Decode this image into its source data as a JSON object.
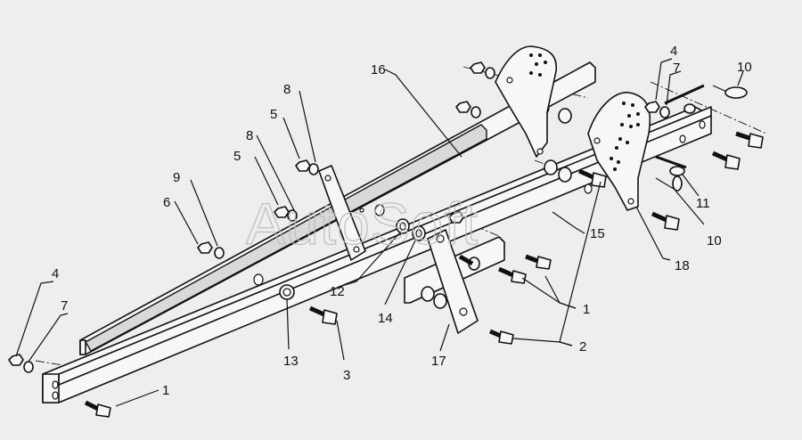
{
  "watermark": "AutoSoft",
  "callouts": [
    {
      "id": "c1a",
      "text": "1"
    },
    {
      "id": "c1b",
      "text": "1"
    },
    {
      "id": "c2",
      "text": "2"
    },
    {
      "id": "c3",
      "text": "3"
    },
    {
      "id": "c4a",
      "text": "4"
    },
    {
      "id": "c4b",
      "text": "4"
    },
    {
      "id": "c5a",
      "text": "5"
    },
    {
      "id": "c5b",
      "text": "5"
    },
    {
      "id": "c6",
      "text": "6"
    },
    {
      "id": "c7a",
      "text": "7"
    },
    {
      "id": "c7b",
      "text": "7"
    },
    {
      "id": "c8a",
      "text": "8"
    },
    {
      "id": "c8b",
      "text": "8"
    },
    {
      "id": "c9",
      "text": "9"
    },
    {
      "id": "c10a",
      "text": "10"
    },
    {
      "id": "c10b",
      "text": "10"
    },
    {
      "id": "c11",
      "text": "11"
    },
    {
      "id": "c12",
      "text": "12"
    },
    {
      "id": "c13",
      "text": "13"
    },
    {
      "id": "c14",
      "text": "14"
    },
    {
      "id": "c15",
      "text": "15"
    },
    {
      "id": "c16",
      "text": "16"
    },
    {
      "id": "c17",
      "text": "17"
    },
    {
      "id": "c18",
      "text": "18"
    }
  ]
}
